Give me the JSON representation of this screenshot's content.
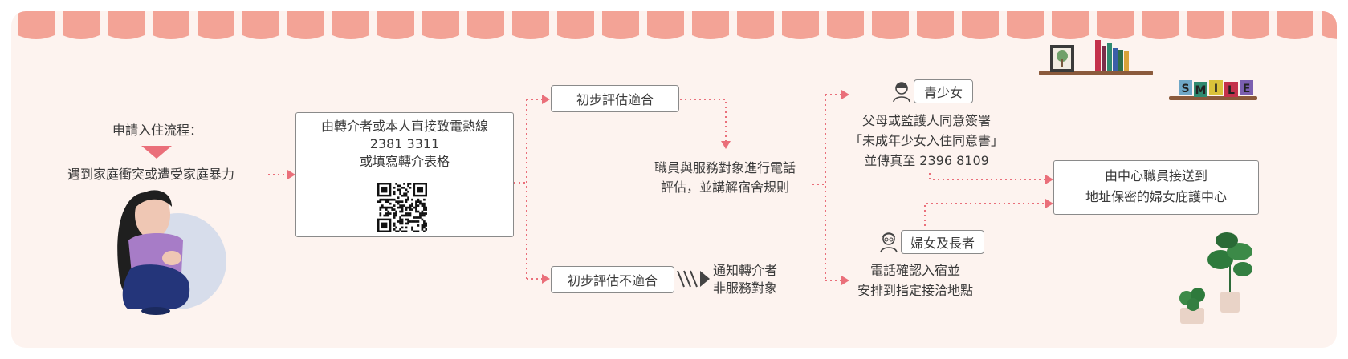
{
  "flow": {
    "start_title": "申請入住流程：",
    "start_case": "遇到家庭衝突或遭受家庭暴力",
    "referral": {
      "line1": "由轉介者或本人直接致電熱線",
      "phone": "2381 3311",
      "line3": "或填寫轉介表格"
    },
    "assess_ok": "初步評估適合",
    "assess_fail": "初步評估不適合",
    "notify": {
      "line1": "通知轉介者",
      "line2": "非服務對象"
    },
    "phone_assess": {
      "line1": "職員與服務對象進行電話",
      "line2": "評估，並講解宿舍規則"
    },
    "youth": {
      "label": "青少女",
      "line1": "父母或監護人同意簽署",
      "line2": "「未成年少女入住同意書」",
      "line3": "並傳真至 2396 8109"
    },
    "women": {
      "label": "婦女及長者",
      "line1": "電話確認入宿並",
      "line2": "安排到指定接洽地點"
    },
    "final": {
      "line1": "由中心職員接送到",
      "line2": "地址保密的婦女庇護中心"
    }
  },
  "decor": {
    "smile_letters": [
      "S",
      "M",
      "I",
      "L",
      "E"
    ],
    "accent_color": "#ea6f7a",
    "awning_color": "#f29a8c"
  }
}
